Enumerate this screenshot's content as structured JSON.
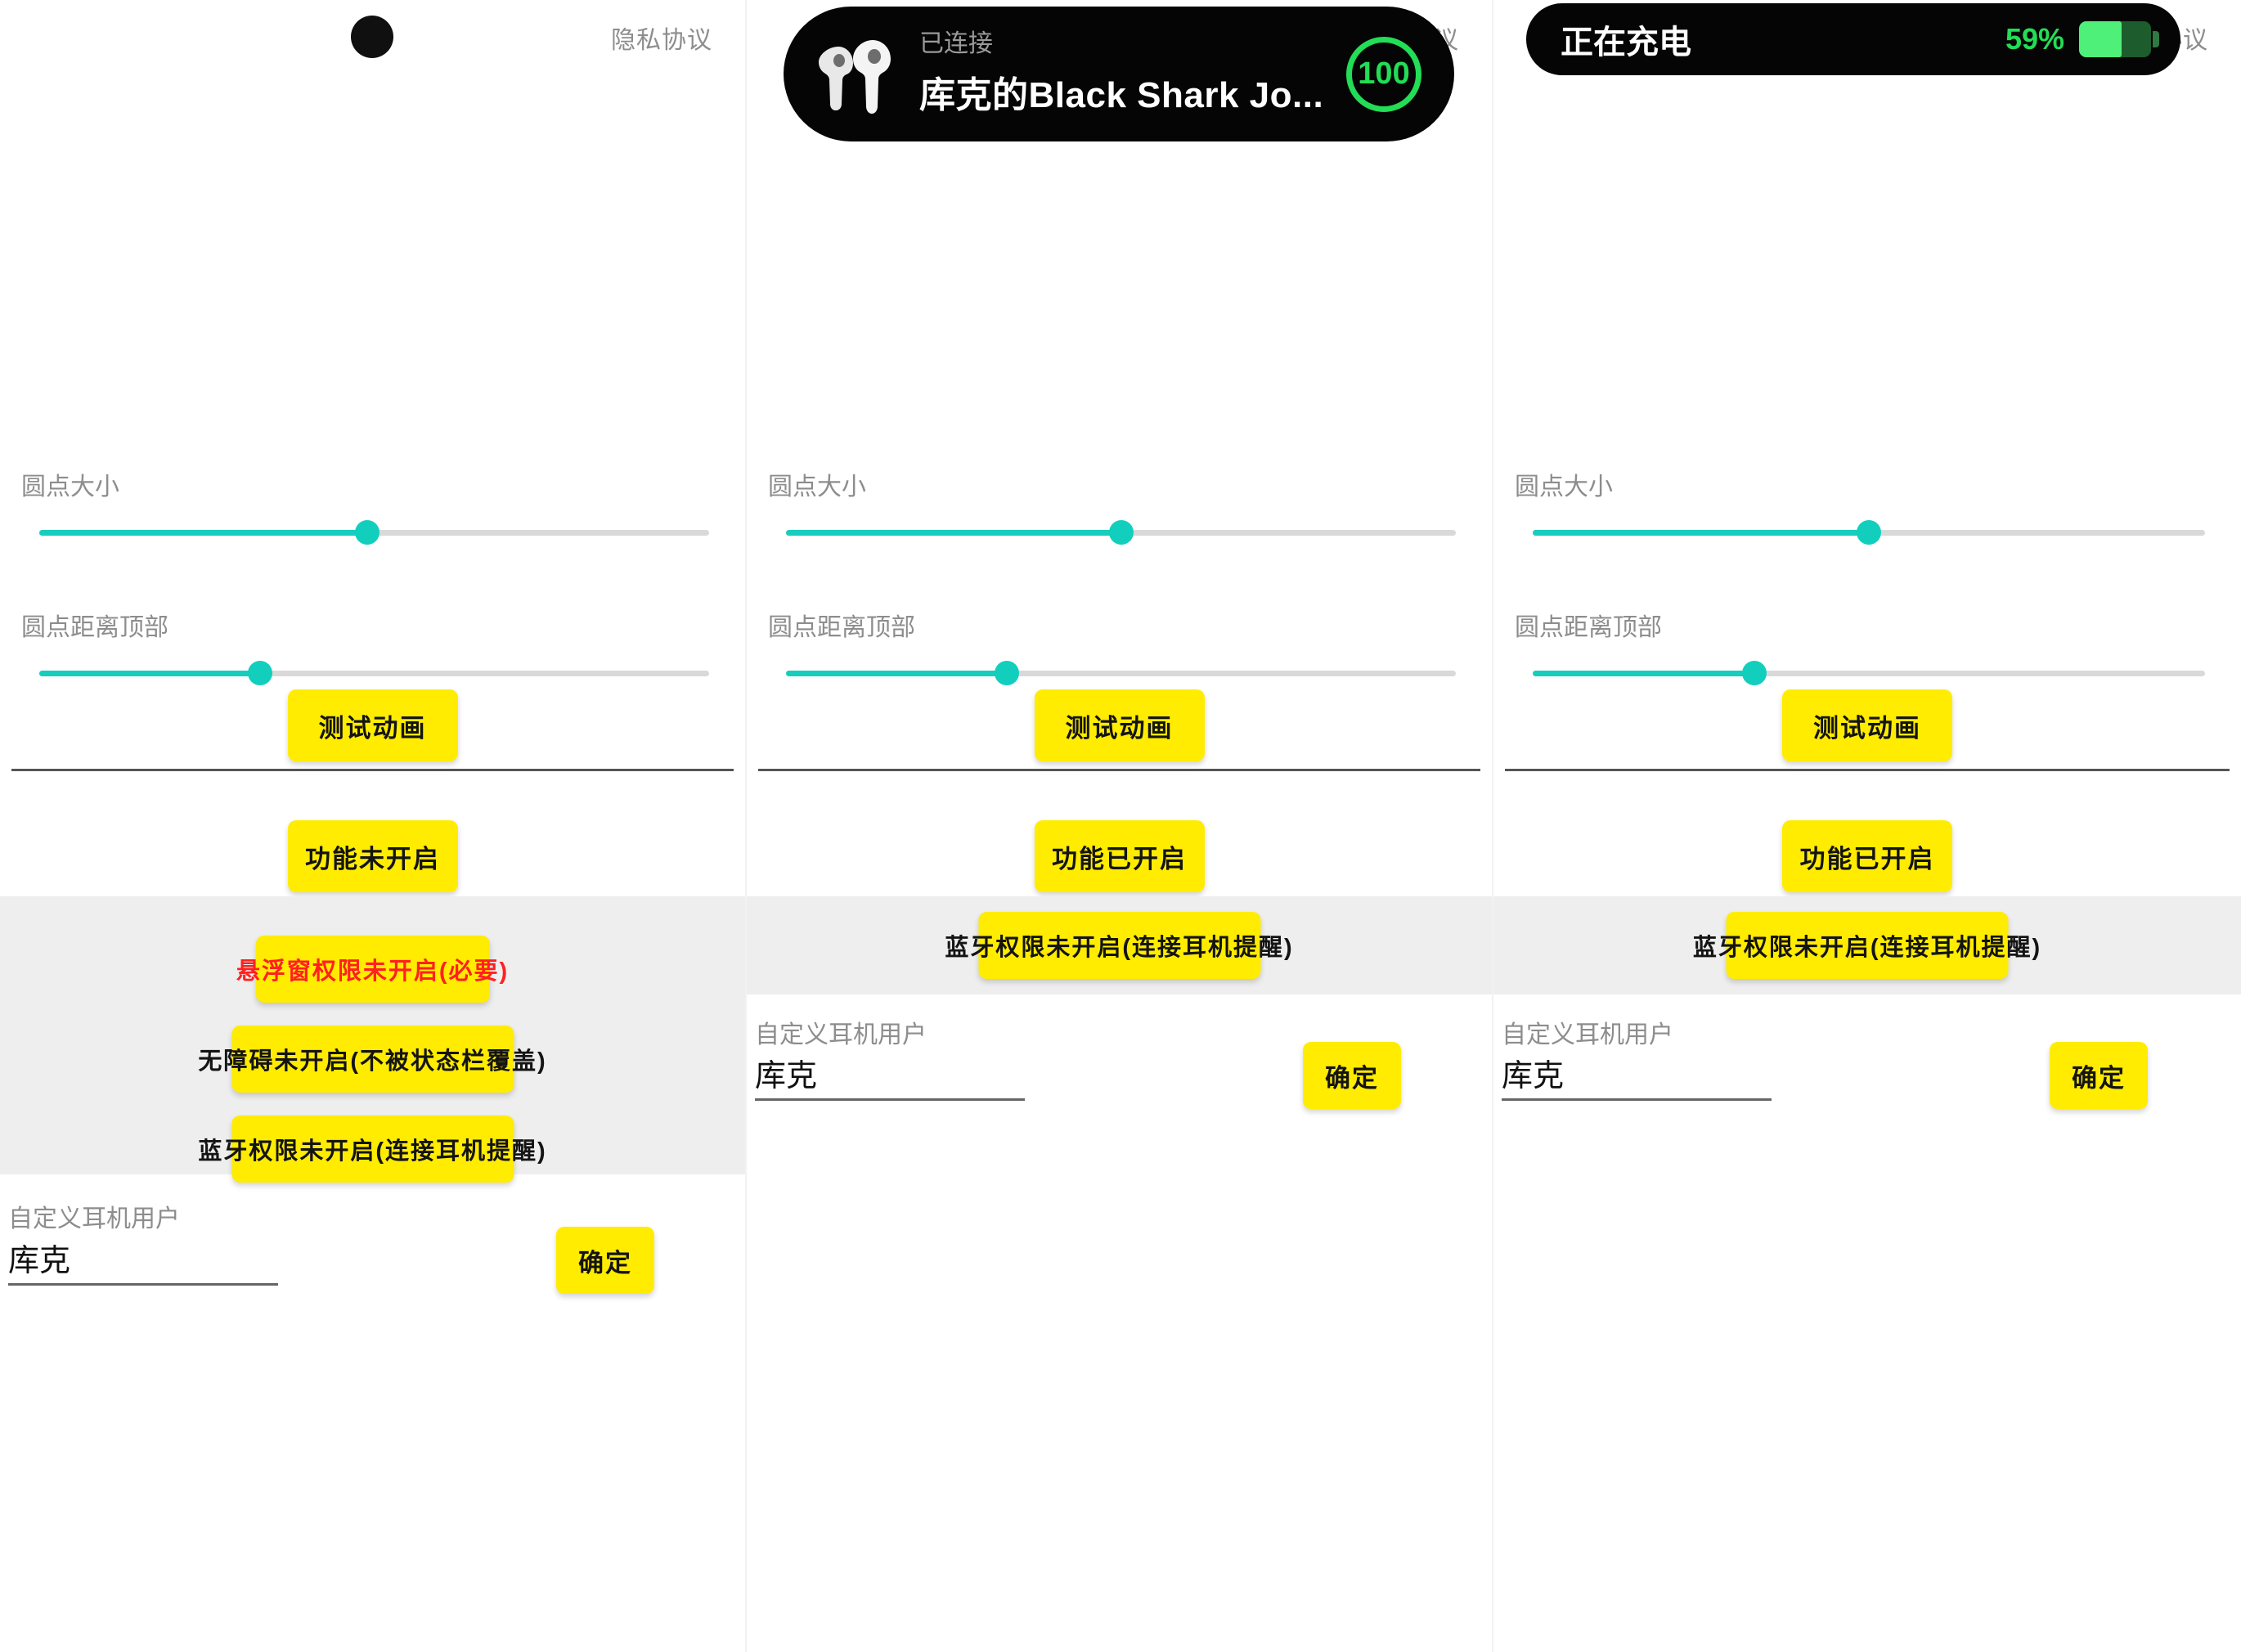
{
  "app": {
    "accent_yellow": "#ffec00",
    "accent_teal": "#17cdbe",
    "danger_red": "#ff2020",
    "notif_green": "#22dd55",
    "band_gray": "#eeeeee"
  },
  "common": {
    "privacy_label": "隐私协议",
    "slider_size_label": "圆点大小",
    "slider_top_label": "圆点距离顶部",
    "test_animation_label": "测试动画",
    "perm_overlay_label": "悬浮窗权限未开启(必要)",
    "perm_accessibility_label": "无障碍未开启(不被状态栏覆盖)",
    "perm_bluetooth_label": "蓝牙权限未开启(连接耳机提醒)",
    "user_form_label": "自定义耳机用户",
    "user_value": "库克",
    "confirm_label": "确定"
  },
  "panels": [
    {
      "id": "panel-1",
      "privacy_label": "隐私协议",
      "floating_dot": true,
      "notification": null,
      "sliders": [
        {
          "name": "dot-size",
          "label": "圆点大小",
          "value_pct": 49
        },
        {
          "name": "dot-top-distance",
          "label": "圆点距离顶部",
          "value_pct": 33
        }
      ],
      "test_button": "测试动画",
      "feature_button": "功能未开启",
      "permissions": [
        {
          "name": "overlay",
          "label": "悬浮窗权限未开启(必要)",
          "danger": true
        },
        {
          "name": "accessibility",
          "label": "无障碍未开启(不被状态栏覆盖)",
          "danger": false
        },
        {
          "name": "bluetooth",
          "label": "蓝牙权限未开启(连接耳机提醒)",
          "danger": false
        }
      ],
      "form": {
        "label": "自定义耳机用户",
        "value": "库克",
        "placeholder": "库克",
        "confirm": "确定"
      }
    },
    {
      "id": "panel-2",
      "privacy_label": "隐私协议",
      "floating_dot": false,
      "notification": {
        "type": "earbuds-connected",
        "icon": "airpods-icon",
        "subtitle": "已连接",
        "title": "库克的Black Shark Jo...",
        "battery_badge": "100"
      },
      "sliders": [
        {
          "name": "dot-size",
          "label": "圆点大小",
          "value_pct": 50
        },
        {
          "name": "dot-top-distance",
          "label": "圆点距离顶部",
          "value_pct": 33
        }
      ],
      "test_button": "测试动画",
      "feature_button": "功能已开启",
      "permissions": [
        {
          "name": "bluetooth",
          "label": "蓝牙权限未开启(连接耳机提醒)",
          "danger": false
        }
      ],
      "form": {
        "label": "自定义耳机用户",
        "value": "库克",
        "placeholder": "库克",
        "confirm": "确定"
      }
    },
    {
      "id": "panel-3",
      "privacy_label": "协议",
      "floating_dot": false,
      "notification": {
        "type": "charging",
        "icon": "battery-icon",
        "title": "正在充电",
        "percent_label": "59%",
        "percent_value": 59
      },
      "sliders": [
        {
          "name": "dot-size",
          "label": "圆点大小",
          "value_pct": 50
        },
        {
          "name": "dot-top-distance",
          "label": "圆点距离顶部",
          "value_pct": 33
        }
      ],
      "test_button": "测试动画",
      "feature_button": "功能已开启",
      "permissions": [
        {
          "name": "bluetooth",
          "label": "蓝牙权限未开启(连接耳机提醒)",
          "danger": false
        }
      ],
      "form": {
        "label": "自定义耳机用户",
        "value": "库克",
        "placeholder": "库克",
        "confirm": "确定"
      }
    }
  ]
}
